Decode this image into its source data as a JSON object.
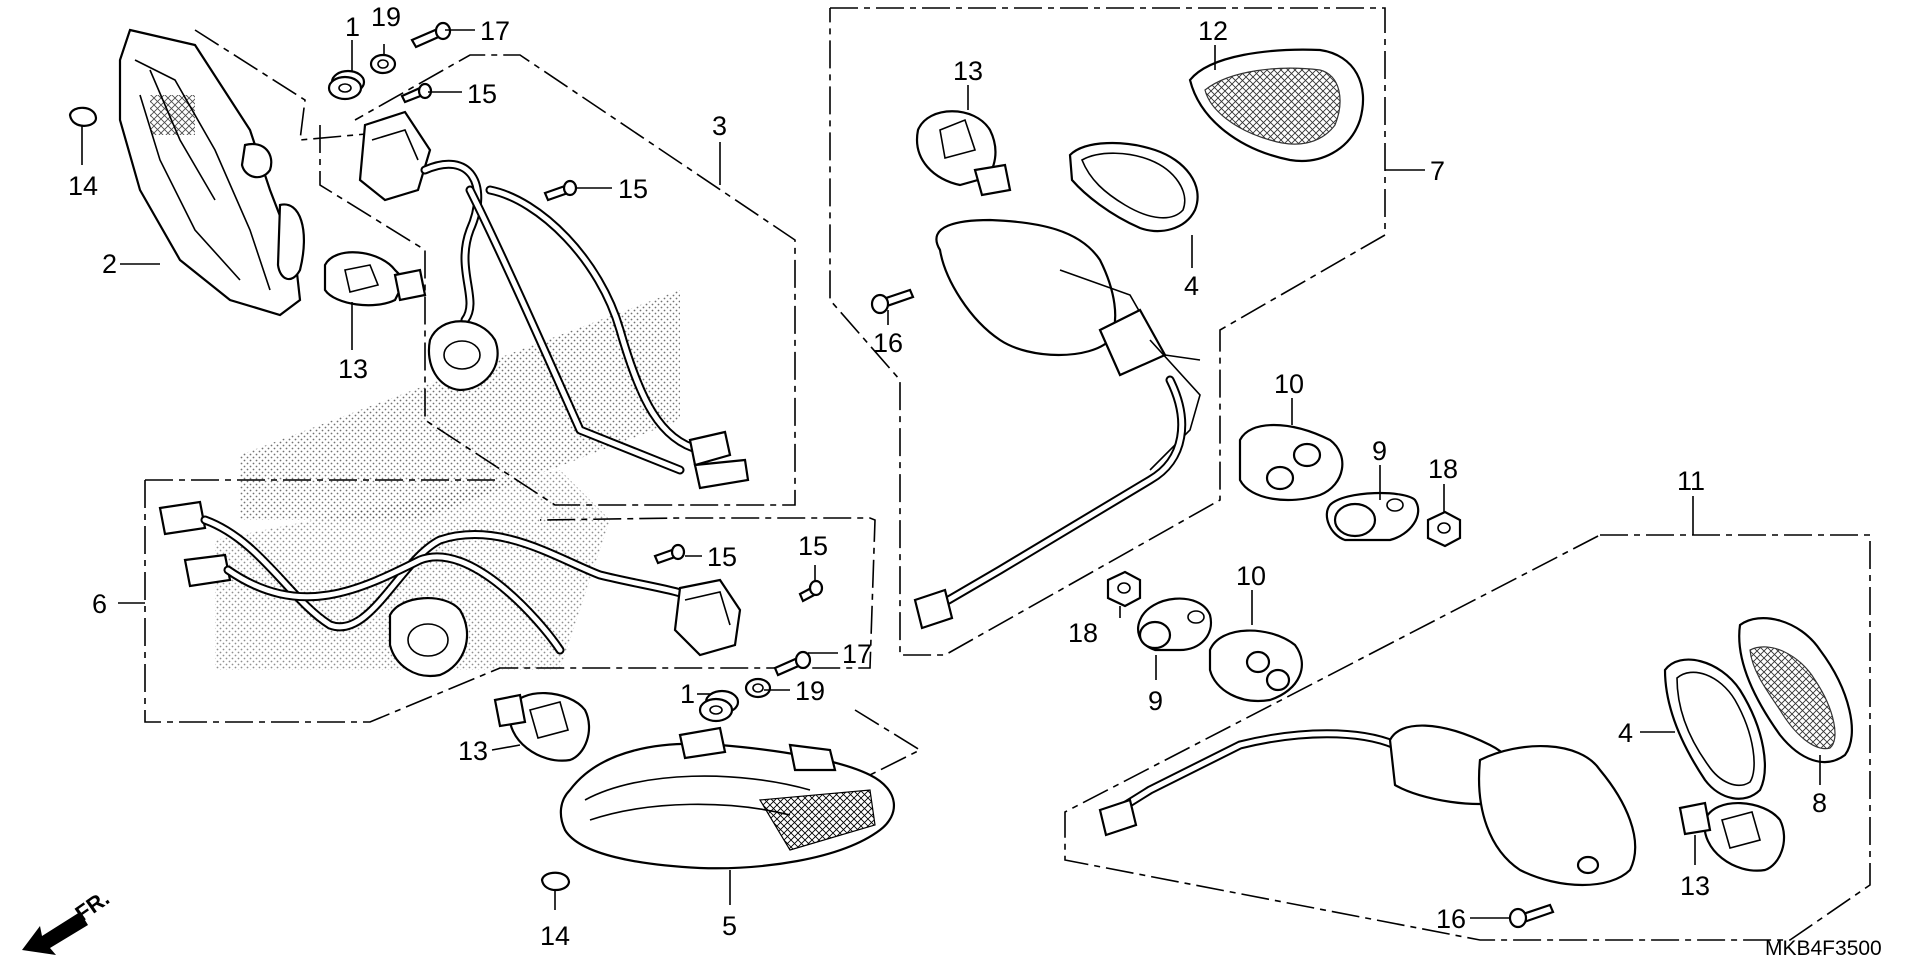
{
  "diagram_code": "MKB4F3500",
  "direction_label": "FR.",
  "callouts": [
    {
      "key": "c1a",
      "text": "1"
    },
    {
      "key": "c19a",
      "text": "19"
    },
    {
      "key": "c17a",
      "text": "17"
    },
    {
      "key": "c15a",
      "text": "15"
    },
    {
      "key": "c14a",
      "text": "14"
    },
    {
      "key": "c3",
      "text": "3"
    },
    {
      "key": "c15b",
      "text": "15"
    },
    {
      "key": "c2",
      "text": "2"
    },
    {
      "key": "c13a",
      "text": "13"
    },
    {
      "key": "c13b",
      "text": "13"
    },
    {
      "key": "c12",
      "text": "12"
    },
    {
      "key": "c7",
      "text": "7"
    },
    {
      "key": "c4a",
      "text": "4"
    },
    {
      "key": "c16a",
      "text": "16"
    },
    {
      "key": "c10a",
      "text": "10"
    },
    {
      "key": "c9a",
      "text": "9"
    },
    {
      "key": "c18a",
      "text": "18"
    },
    {
      "key": "c11",
      "text": "11"
    },
    {
      "key": "c6",
      "text": "6"
    },
    {
      "key": "c15c",
      "text": "15"
    },
    {
      "key": "c15d",
      "text": "15"
    },
    {
      "key": "c17b",
      "text": "17"
    },
    {
      "key": "c1b",
      "text": "1"
    },
    {
      "key": "c19b",
      "text": "19"
    },
    {
      "key": "c13c",
      "text": "13"
    },
    {
      "key": "c14b",
      "text": "14"
    },
    {
      "key": "c5",
      "text": "5"
    },
    {
      "key": "c18b",
      "text": "18"
    },
    {
      "key": "c9b",
      "text": "9"
    },
    {
      "key": "c10b",
      "text": "10"
    },
    {
      "key": "c4b",
      "text": "4"
    },
    {
      "key": "c8",
      "text": "8"
    },
    {
      "key": "c13d",
      "text": "13"
    },
    {
      "key": "c16b",
      "text": "16"
    }
  ]
}
